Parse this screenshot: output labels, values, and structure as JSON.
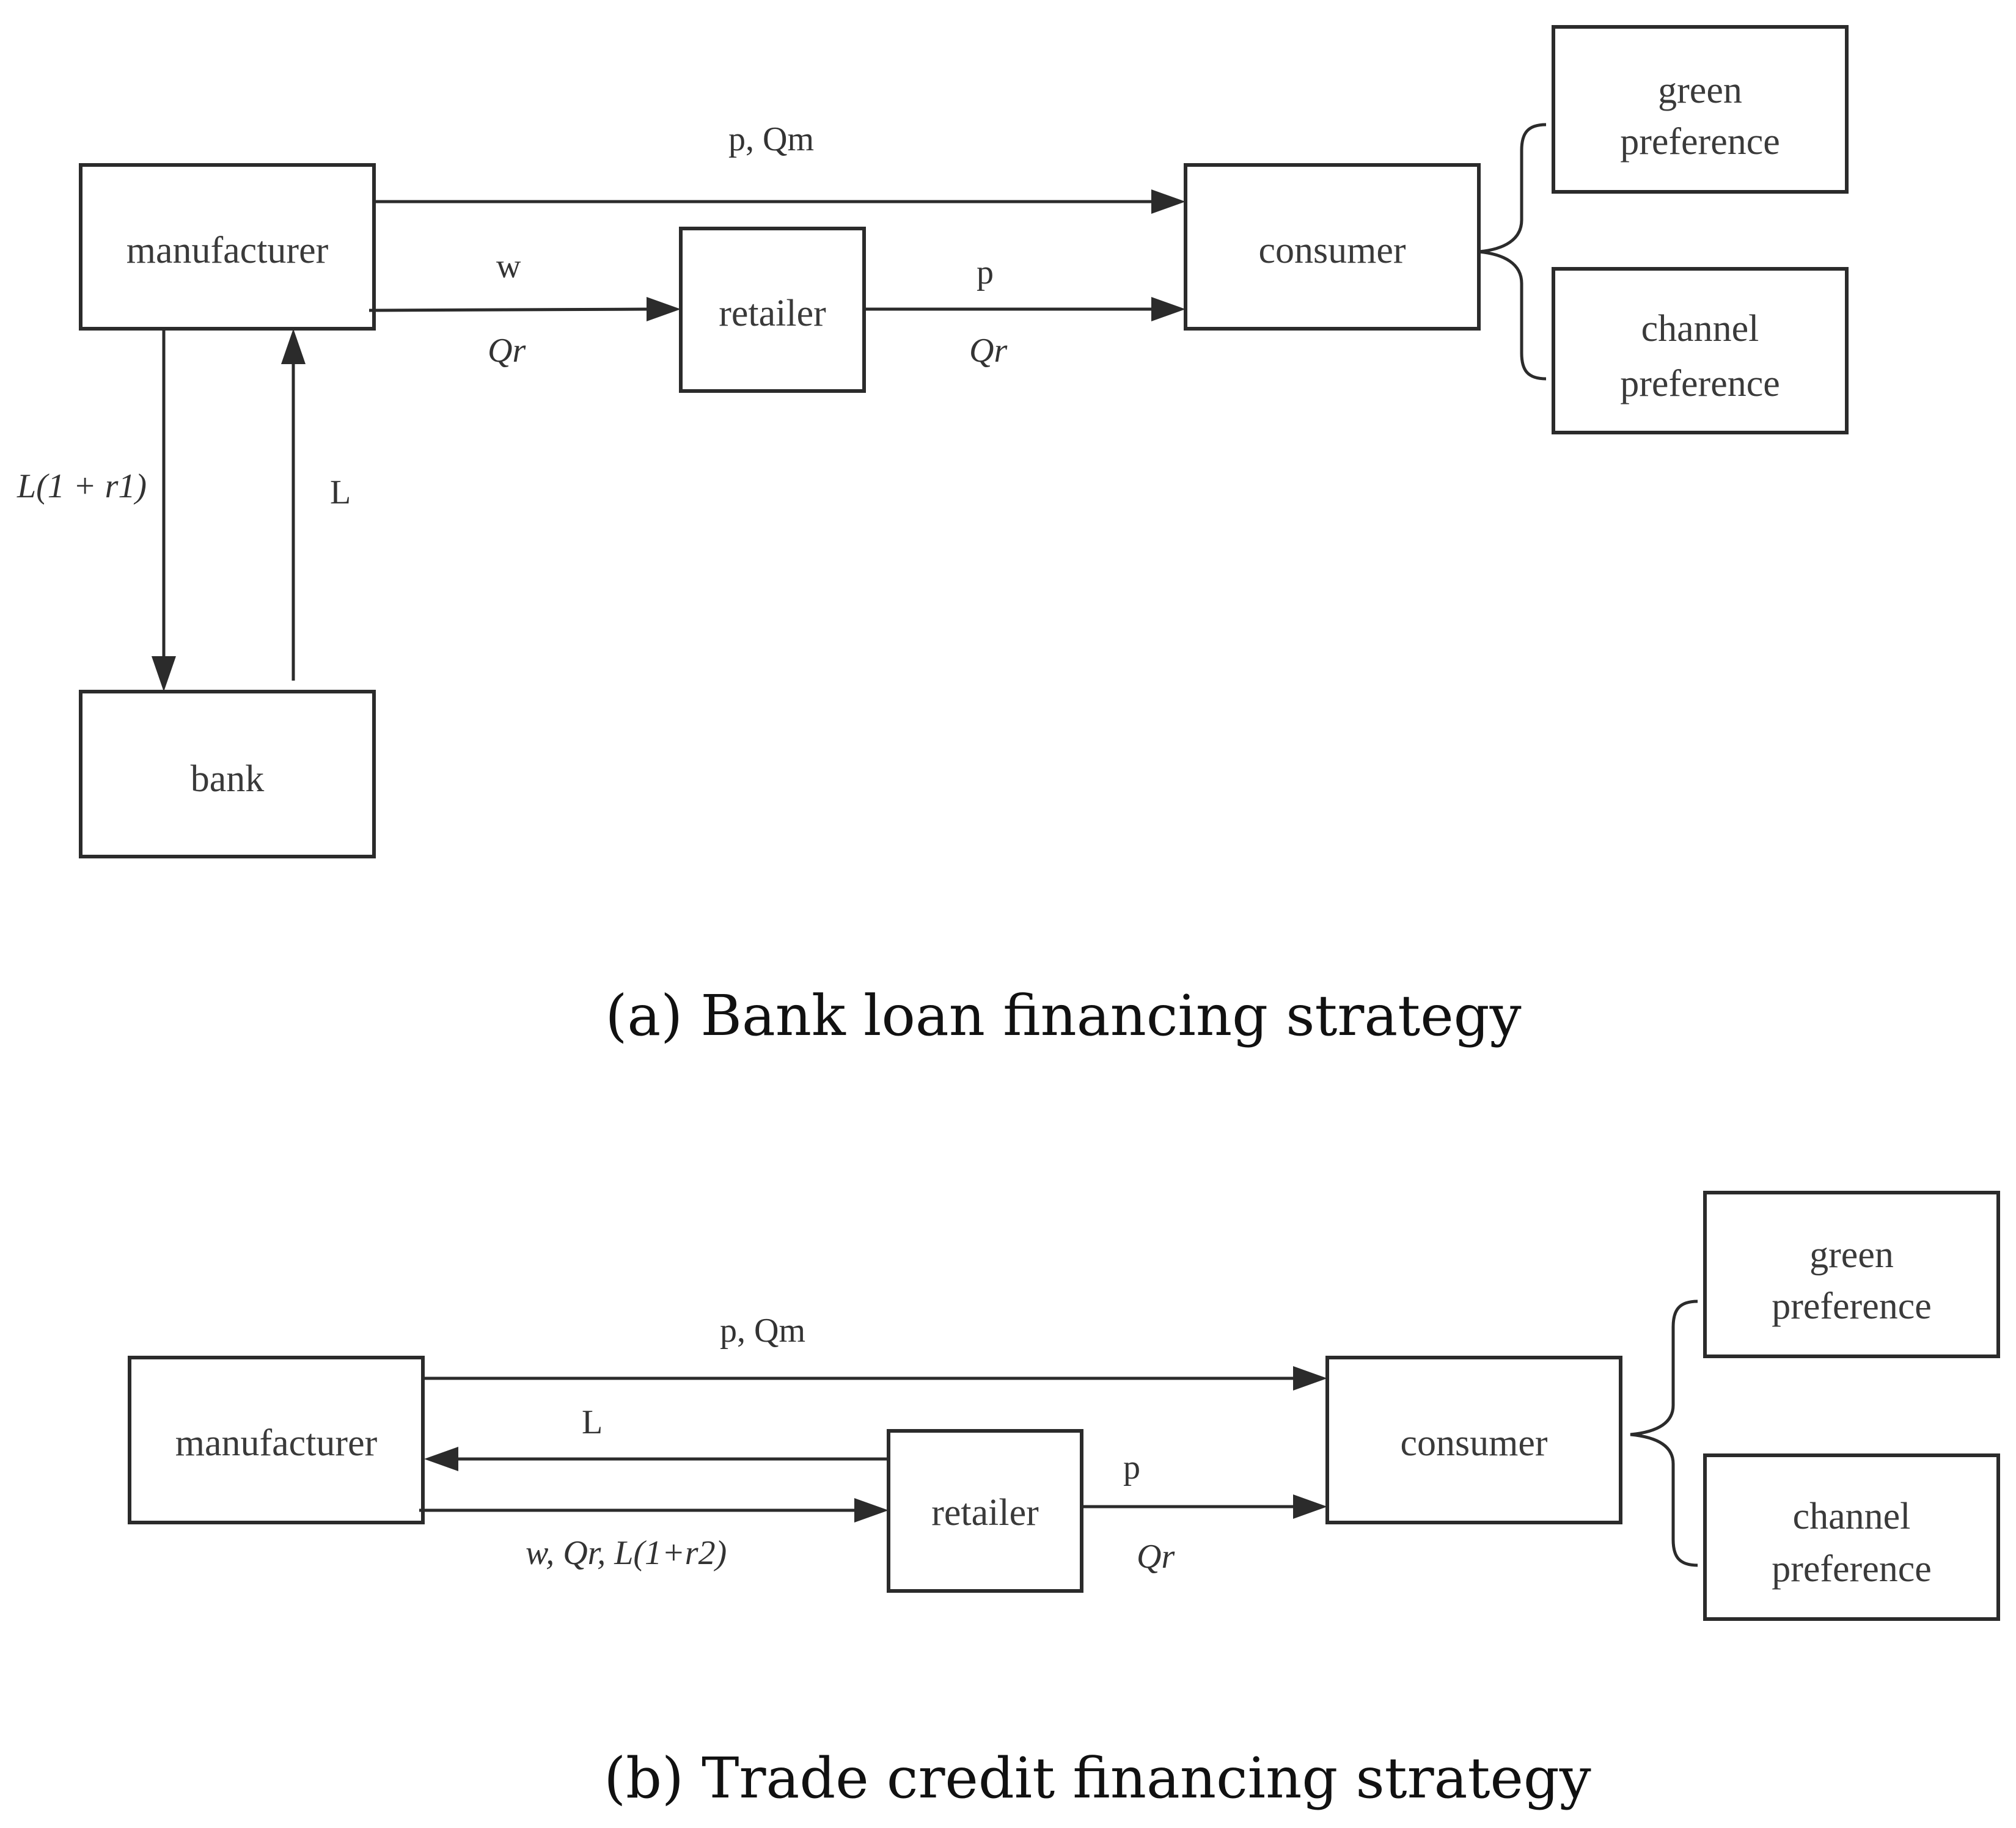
{
  "panel_a": {
    "caption": "(a) Bank loan financing strategy",
    "nodes": {
      "manufacturer": "manufacturer",
      "retailer": "retailer",
      "consumer": "consumer",
      "bank": "bank",
      "green_line1": "green",
      "green_line2": "preference",
      "channel_line1": "channel",
      "channel_line2": "preference"
    },
    "edge_labels": {
      "direct_top": "p,  Qm",
      "to_retailer_top": "w",
      "to_retailer_bottom": "Qr",
      "to_consumer_top": "p",
      "to_consumer_bottom": "Qr",
      "repay": "L(1 + r1)",
      "loan": "L"
    }
  },
  "panel_b": {
    "caption": "(b) Trade credit financing strategy",
    "nodes": {
      "manufacturer": "manufacturer",
      "retailer": "retailer",
      "consumer": "consumer",
      "green_line1": "green",
      "green_line2": "preference",
      "channel_line1": "channel",
      "channel_line2": "preference"
    },
    "edge_labels": {
      "direct_top": "p,   Qm",
      "credit": "L",
      "to_retailer_bottom": "w, Qr, L(1+r2)",
      "to_consumer_top": "p",
      "to_consumer_bottom": "Qr"
    }
  }
}
